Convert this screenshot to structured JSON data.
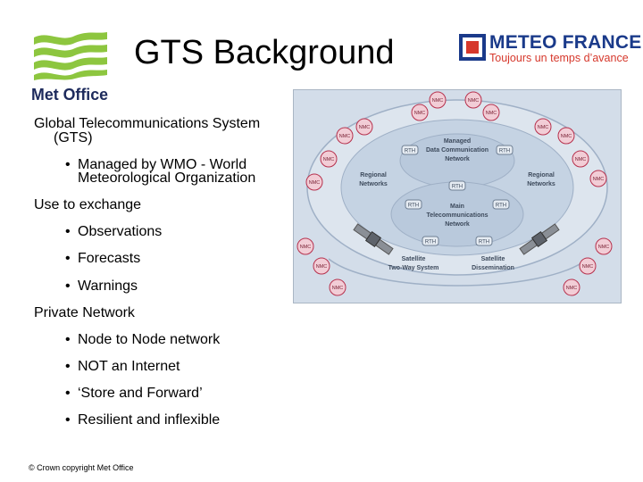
{
  "header": {
    "title": "GTS Background",
    "left_logo": {
      "icon": "met-office-logo",
      "text": "Met Office",
      "colors": {
        "green": "#8dc63f",
        "navy": "#1d2a5c"
      }
    },
    "right_logo": {
      "icon": "meteo-france-logo",
      "name": "METEO FRANCE",
      "tagline": "Toujours un temps d’avance",
      "colors": {
        "blue": "#1a3a8a",
        "red": "#d6382c"
      }
    }
  },
  "content": {
    "sections": [
      {
        "heading_line1": "Global Telecommunications System",
        "heading_line2": "(GTS)",
        "items": [
          {
            "line1": "Managed by WMO - World",
            "line2": "Meteorological Organization"
          }
        ]
      },
      {
        "heading": "Use to exchange",
        "items": [
          "Observations",
          "Forecasts",
          "Warnings"
        ]
      },
      {
        "heading": "Private Network",
        "items": [
          "Node to Node network",
          "NOT an Internet",
          "‘Store and Forward’",
          "Resilient and inflexible"
        ]
      }
    ]
  },
  "diagram": {
    "labels": {
      "managed": [
        "Managed",
        "Data Communication",
        "Network"
      ],
      "regional_left": [
        "Regional",
        "Networks"
      ],
      "regional_right": [
        "Regional",
        "Networks"
      ],
      "main": [
        "Main",
        "Telecommunications",
        "Network"
      ],
      "sat_left": [
        "Satellite",
        "Two-Way System"
      ],
      "sat_right": [
        "Satellite",
        "Dissemination"
      ],
      "rth": "RTH",
      "nmc": "NMC"
    },
    "colors": {
      "background": "#d3dde9",
      "ring": "#c5d3e3",
      "node_fill": "#f2cdd6",
      "node_stroke": "#b6324e",
      "rth_fill": "#e5ebf2",
      "text": "#3d4a5c"
    }
  },
  "footer": {
    "copyright": "© Crown copyright   Met Office"
  }
}
